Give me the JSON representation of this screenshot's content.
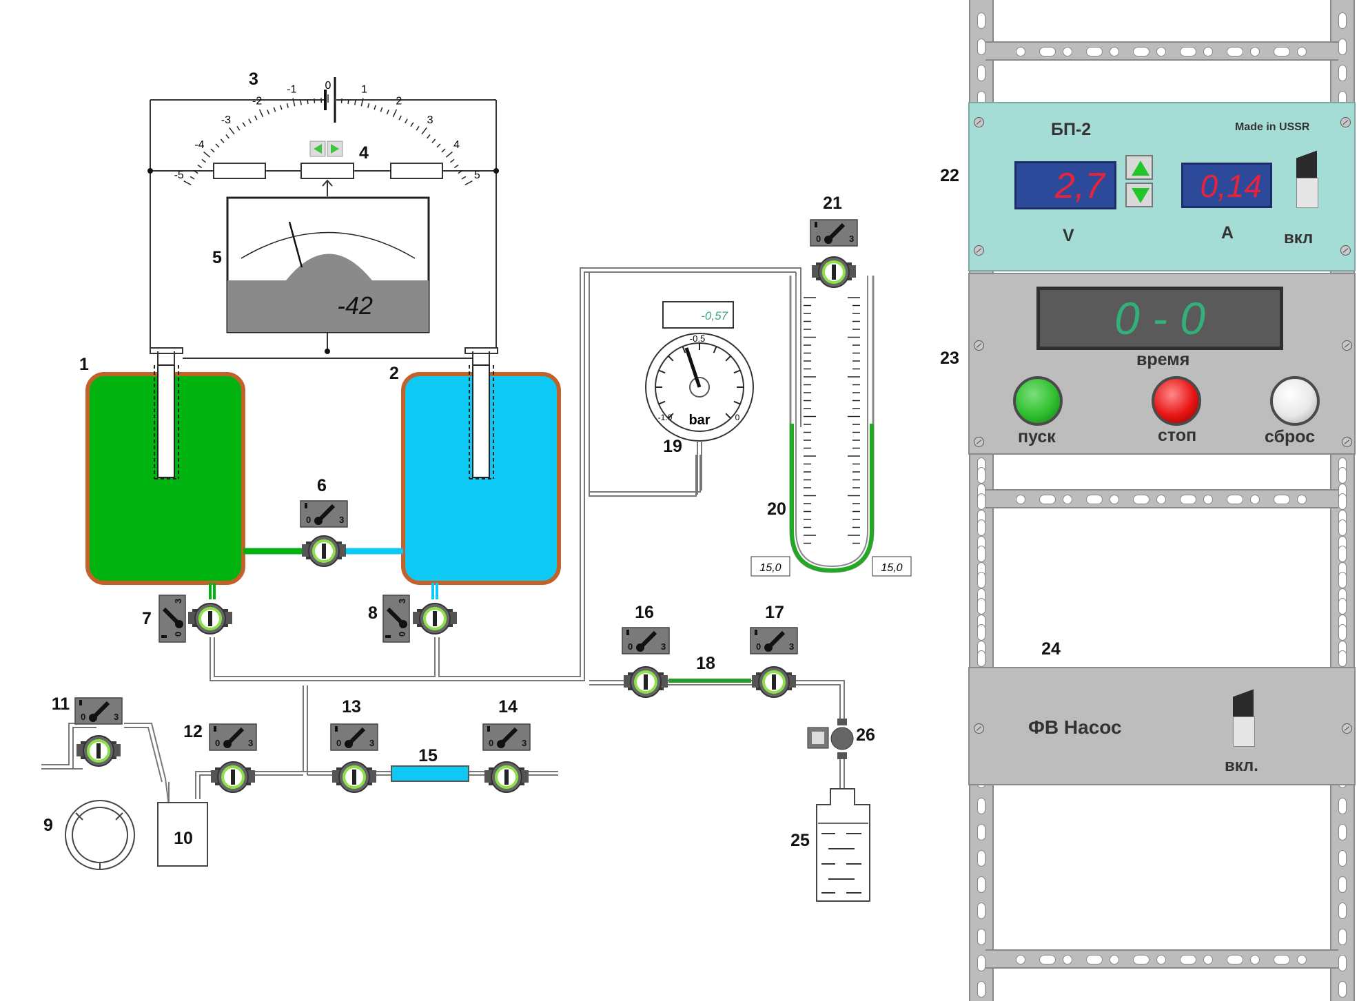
{
  "labels": [
    "1",
    "2",
    "3",
    "4",
    "5",
    "6",
    "7",
    "8",
    "9",
    "10",
    "11",
    "12",
    "13",
    "14",
    "15",
    "16",
    "17",
    "18",
    "19",
    "20",
    "21",
    "22",
    "23",
    "24",
    "25",
    "26"
  ],
  "valve_scale": {
    "min": "0",
    "max": "3"
  },
  "voltmeter": {
    "ticks": [
      "-5",
      "-4",
      "-3",
      "-2",
      "-1",
      "0",
      "1",
      "2",
      "3",
      "4",
      "5"
    ],
    "value_text": "-42"
  },
  "gauge": {
    "value_text": "-0,57",
    "unit": "bar",
    "tick_min": "-1.0",
    "tick_mid": "-0.5",
    "tick_max": "0"
  },
  "manometer": {
    "left_reading": "15,0",
    "right_reading": "15,0"
  },
  "psu": {
    "title": "БП-2",
    "maker": "Made in USSR",
    "voltage": "2,7",
    "current": "0,14",
    "voltage_unit": "V",
    "current_unit": "A",
    "power_label": "вкл"
  },
  "timer": {
    "display": "0 - 0",
    "caption": "время",
    "start_label": "пуск",
    "stop_label": "стоп",
    "reset_label": "сброс"
  },
  "pump": {
    "title": "ФВ Насос",
    "power_label": "вкл."
  },
  "colors": {
    "tank1": "#00b30f",
    "tank2": "#0fc9f5",
    "tank_rim": "#c0622a",
    "psu_panel": "#a6dcd6",
    "digit_red": "#e8233a",
    "digit_bg": "#2d4a9a",
    "timer_digits": "#33b07a",
    "start": "#2fbf2f",
    "stop": "#e81515",
    "reset": "#e8e8e8"
  }
}
